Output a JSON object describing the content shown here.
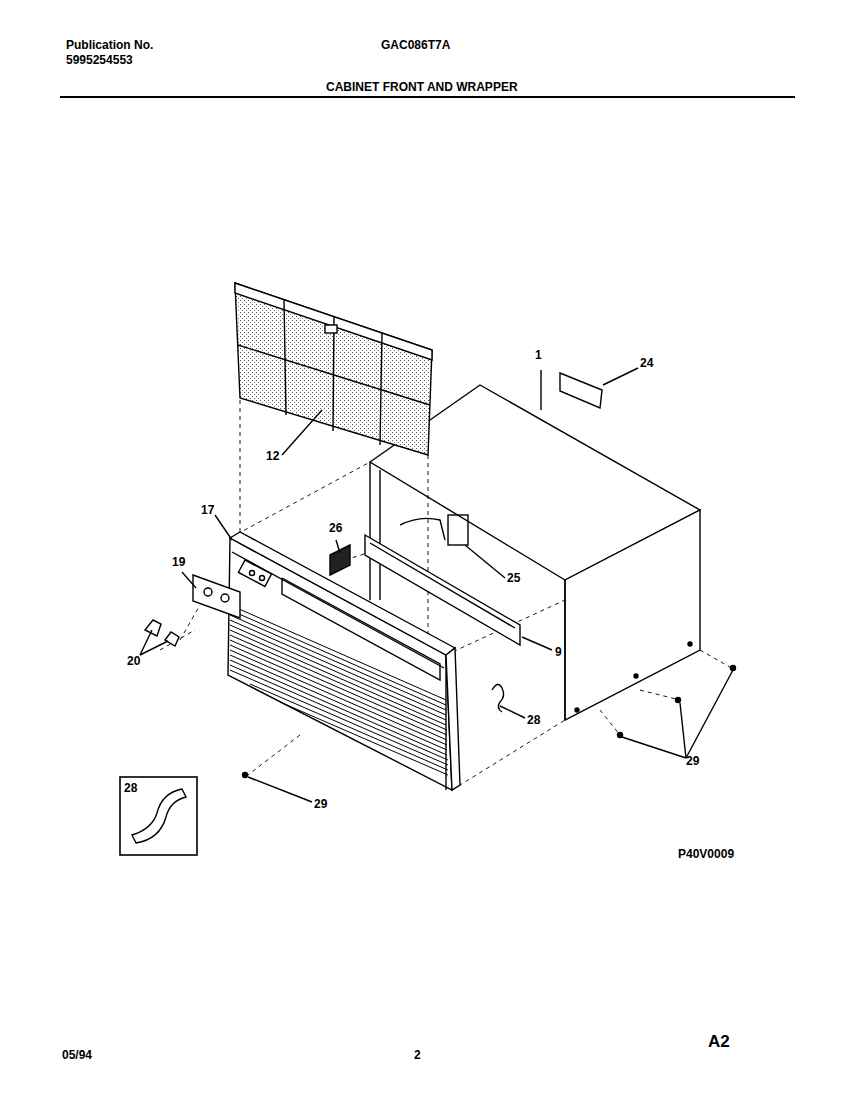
{
  "diagram": {
    "title": "CABINET FRONT AND WRAPPER",
    "labels": [
      "Publication No.",
      "5995254553",
      "GAC086T7A",
      "1",
      "24",
      "12",
      "17",
      "26",
      "25",
      "19",
      "9",
      "20",
      "28",
      "29",
      "29",
      "28",
      "P40V0009",
      "05/94",
      "2",
      "A2"
    ]
  }
}
